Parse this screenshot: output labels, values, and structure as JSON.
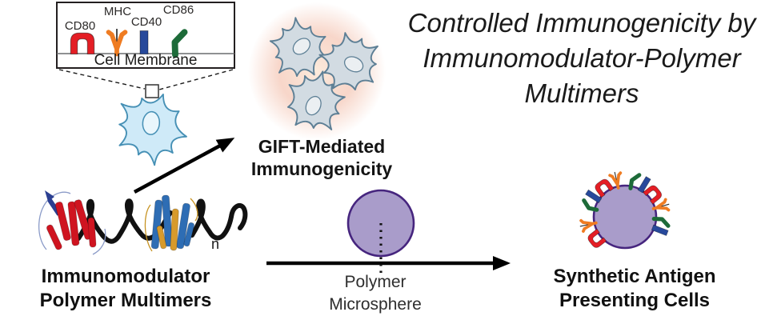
{
  "title": {
    "line1": "Controlled Immunogenicity by",
    "line2": "Immunomodulator-Polymer",
    "line3": "Multimers"
  },
  "membrane_inset": {
    "receptor_labels": {
      "cd80": "CD80",
      "mhc": "MHC",
      "cd40": "CD40",
      "cd86": "CD86"
    },
    "membrane_label": "Cell Membrane"
  },
  "gift_pathway": {
    "label_line1": "GIFT-Mediated",
    "label_line2": "Immunogenicity"
  },
  "multimer": {
    "label_line1": "Immunomodulator",
    "label_line2": "Polymer Multimers",
    "repeat_subscript": "n"
  },
  "microsphere": {
    "label_line1": "Polymer",
    "label_line2": "Microsphere"
  },
  "sapc": {
    "label_line1": "Synthetic Antigen",
    "label_line2": "Presenting Cells"
  },
  "colors": {
    "cd80_red": "#e41e25",
    "mhc_orange": "#ef7c22",
    "cd40_blue": "#27499b",
    "cd86_green": "#1d6b39",
    "microsphere_fill": "#a99cca",
    "microsphere_stroke": "#46257e",
    "glow_center": "#fcebdc",
    "glow": "#f6cfc0",
    "dendritic_cell_fill": "#cfeaf8",
    "dendritic_cell_stroke": "#4690b5",
    "gift_cell_fill": "#d2dbe2",
    "gift_cell_stroke": "#5d7f95",
    "protein_red": "#cf1420",
    "protein_blue": "#2e6db4",
    "protein_gold": "#d79a2b",
    "polymer_black": "#111111",
    "arrow": "#000000"
  }
}
